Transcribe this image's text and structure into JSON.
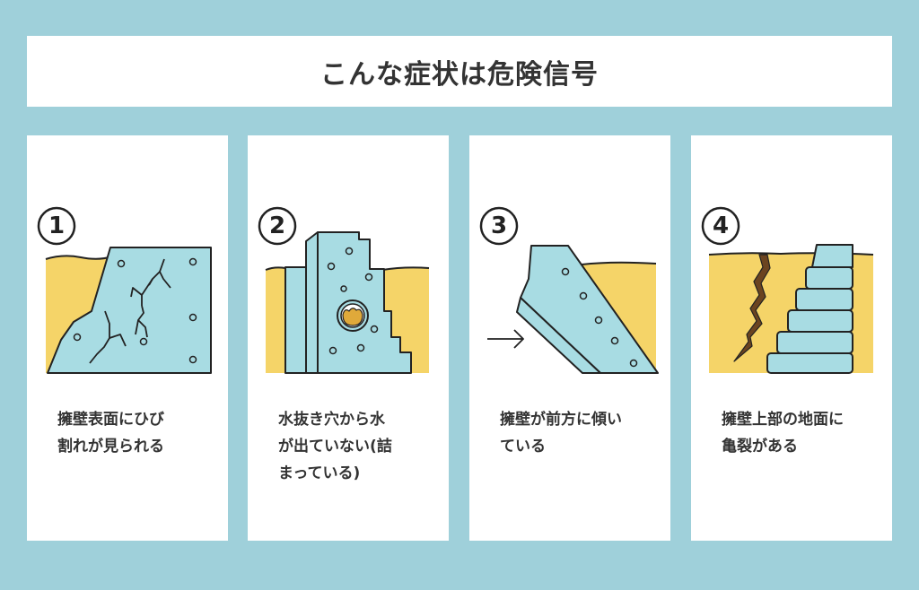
{
  "title": "こんな症状は危険信号",
  "colors": {
    "background": "#9fd0da",
    "wall": "#a8dce3",
    "soil": "#f5d468",
    "line": "#222222"
  },
  "cards": [
    {
      "number": "1",
      "lines": [
        "擁壁表面にひび",
        "割れが見られる"
      ]
    },
    {
      "number": "2",
      "lines": [
        "水抜き穴から水",
        "が出ていない(詰",
        "まっている)"
      ]
    },
    {
      "number": "3",
      "lines": [
        "擁壁が前方に傾い",
        "ている"
      ]
    },
    {
      "number": "4",
      "lines": [
        "擁壁上部の地面に",
        "亀裂がある"
      ]
    }
  ]
}
